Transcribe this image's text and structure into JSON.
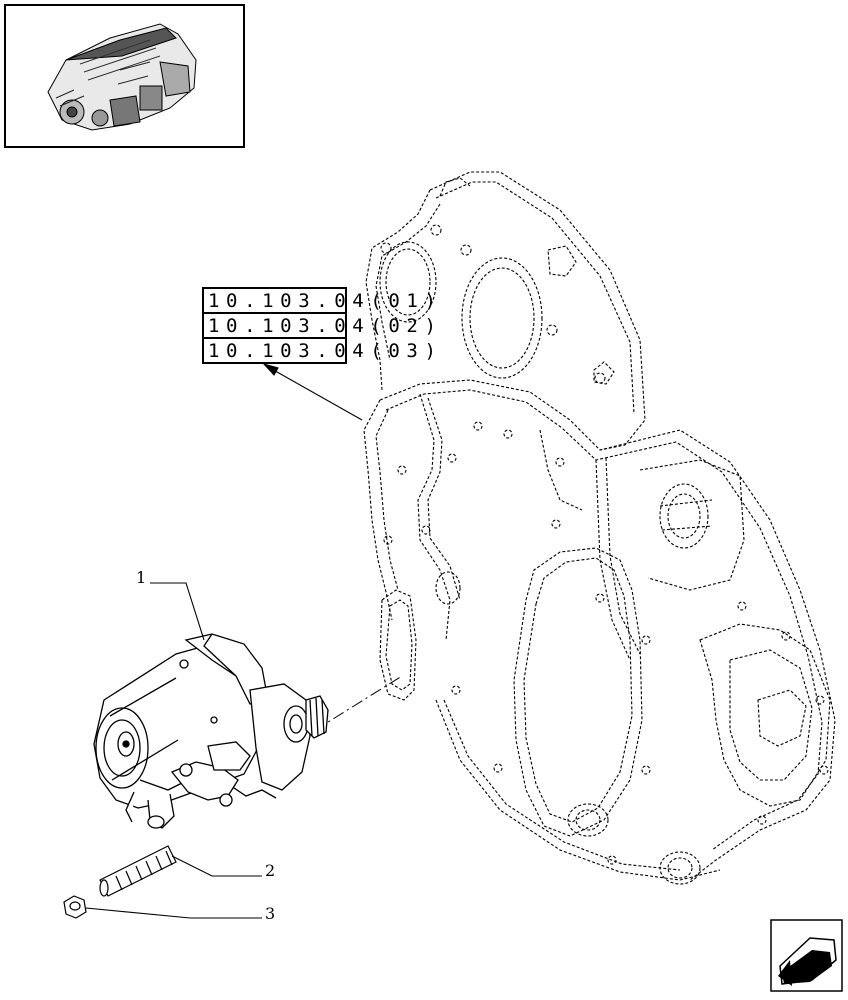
{
  "reference_table": {
    "rows": [
      "10.103.04(01)",
      "10.103.04(02)",
      "10.103.04(03)"
    ]
  },
  "callouts": [
    {
      "number": "1"
    },
    {
      "number": "2"
    },
    {
      "number": "3"
    }
  ],
  "icons": {
    "thumbnail": "engine-thumbnail-icon",
    "navigation": "previous-page-arrow-icon"
  },
  "colors": {
    "line": "#000000",
    "background": "#ffffff"
  }
}
